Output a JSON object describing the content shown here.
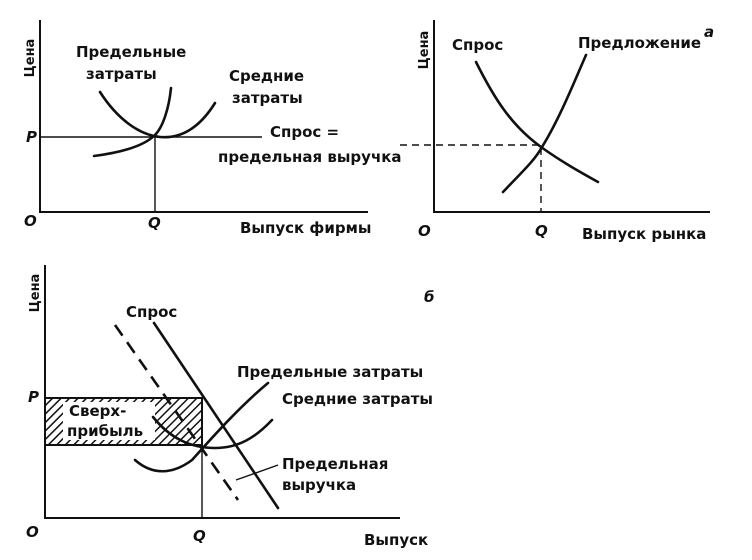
{
  "panel_a_marker": "а",
  "panel_b_marker": "б",
  "firm": {
    "y_axis": "Цена",
    "x_axis": "Выпуск фирмы",
    "origin": "O",
    "price": "P",
    "quantity": "Q",
    "mc_line1": "Предельные",
    "mc_line2": "затраты",
    "ac_line1": "Средние",
    "ac_line2": "затраты",
    "demand_line1": "Спрос =",
    "demand_line2": "предельная выручка"
  },
  "market": {
    "y_axis": "Цена",
    "x_axis": "Выпуск рынка",
    "origin": "O",
    "quantity": "Q",
    "demand": "Спрос",
    "supply": "Предложение"
  },
  "monopoly": {
    "y_axis": "Цена",
    "x_axis": "Выпуск",
    "origin": "O",
    "price": "P",
    "quantity": "Q",
    "demand": "Спрос",
    "mc": "Предельные затраты",
    "ac": "Средние затраты",
    "mr_line1": "Предельная",
    "mr_line2": "выручка",
    "profit_line1": "Сверх-",
    "profit_line2": "прибыль"
  }
}
